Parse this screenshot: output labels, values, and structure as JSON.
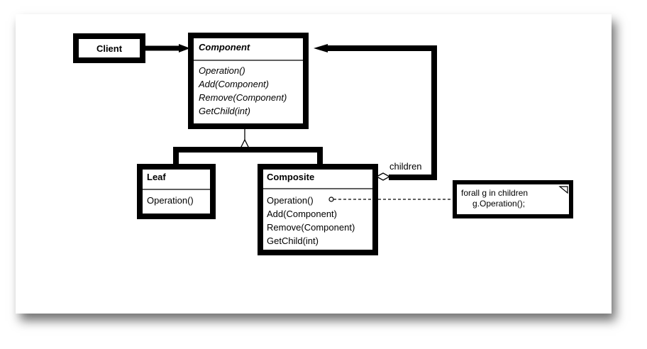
{
  "client": {
    "name": "Client"
  },
  "component": {
    "name": "Component",
    "operations": [
      "Operation()",
      "Add(Component)",
      "Remove(Component)",
      "GetChild(int)"
    ]
  },
  "leaf": {
    "name": "Leaf",
    "operations": [
      "Operation()"
    ]
  },
  "composite": {
    "name": "Composite",
    "operations": [
      "Operation()",
      "Add(Component)",
      "Remove(Component)",
      "GetChild(int)"
    ]
  },
  "children_label": "children",
  "note": {
    "lines": [
      "forall g in children",
      "g.Operation();"
    ]
  },
  "colors": {
    "line": "#000000",
    "background": "#ffffff"
  }
}
